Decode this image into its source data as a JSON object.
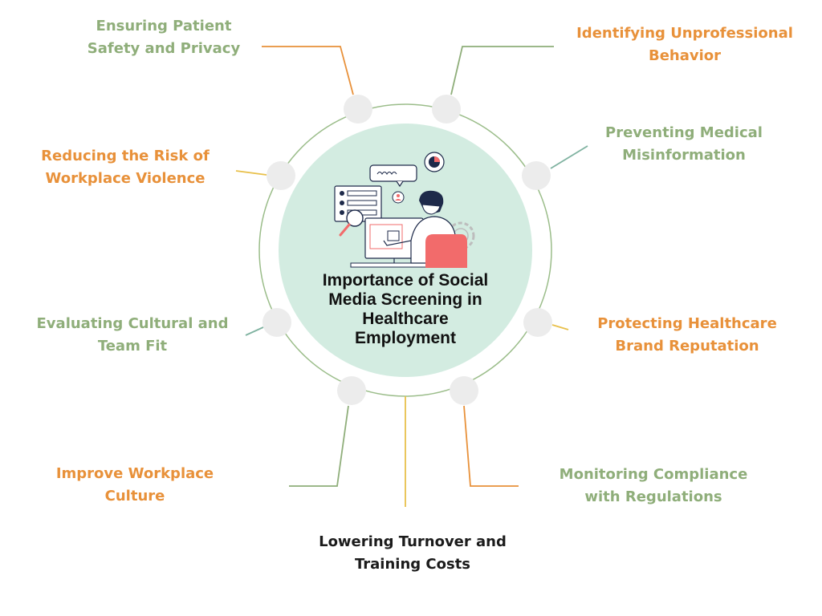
{
  "center": {
    "title_lines": [
      "Importance of Social",
      "Media Screening in",
      "Healthcare",
      "Employment"
    ]
  },
  "labels": {
    "patient_safety": {
      "lines": [
        "Ensuring Patient",
        "Safety and Privacy"
      ]
    },
    "unprofessional": {
      "lines": [
        "Identifying Unprofessional",
        "Behavior"
      ]
    },
    "misinformation": {
      "lines": [
        "Preventing Medical",
        "Misinformation"
      ]
    },
    "violence": {
      "lines": [
        "Reducing the Risk of",
        "Workplace Violence"
      ]
    },
    "brand": {
      "lines": [
        "Protecting Healthcare",
        "Brand Reputation"
      ]
    },
    "cultural_fit": {
      "lines": [
        "Evaluating Cultural and",
        "Team Fit"
      ]
    },
    "compliance": {
      "lines": [
        "Monitoring Compliance",
        "with Regulations"
      ]
    },
    "workplace_culture": {
      "lines": [
        "Improve Workplace",
        "Culture"
      ]
    },
    "turnover": {
      "lines": [
        "Lowering Turnover and",
        "Training Costs"
      ]
    }
  },
  "colors": {
    "green": "#8fae7a",
    "orange": "#e8913a",
    "yellow": "#e8c04a",
    "teal": "#7fb2a0",
    "mint": "#d3ece1",
    "node_gray": "#ececec",
    "chair_red": "#f26b6b",
    "navy": "#1e2a4a"
  },
  "illustration": {
    "icons": [
      "chat-bubble-icon",
      "pie-chart-icon",
      "profile-form-icon",
      "magnifier-icon",
      "user-badge-icon",
      "gear-icon",
      "computer-monitor-icon"
    ]
  }
}
